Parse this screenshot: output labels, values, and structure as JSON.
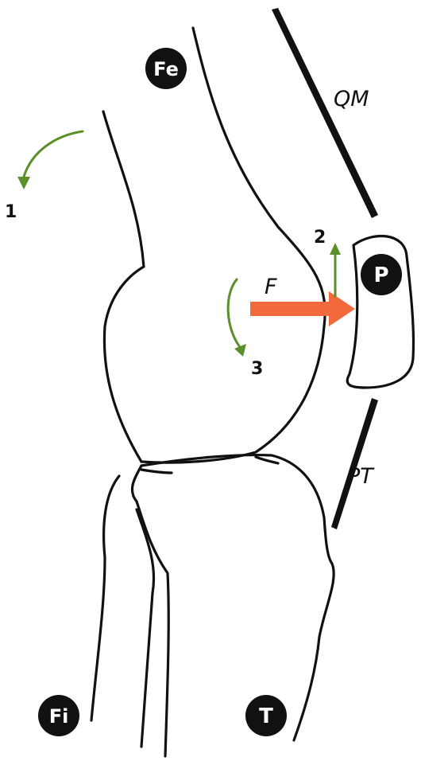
{
  "labels": {
    "femur": "Fe",
    "patella": "P",
    "fibula": "Fi",
    "tibia": "T",
    "quadriceps_muscle": "QM",
    "patellar_tendon": "PT",
    "force": "F",
    "rotation_1": "1",
    "translation_2": "2",
    "rotation_3": "3"
  },
  "colors": {
    "outline": "#111111",
    "force_arrow": "#f26a3b",
    "motion_arrows": "#5a8f29",
    "badge_fill": "#111111",
    "badge_text": "#ffffff"
  }
}
